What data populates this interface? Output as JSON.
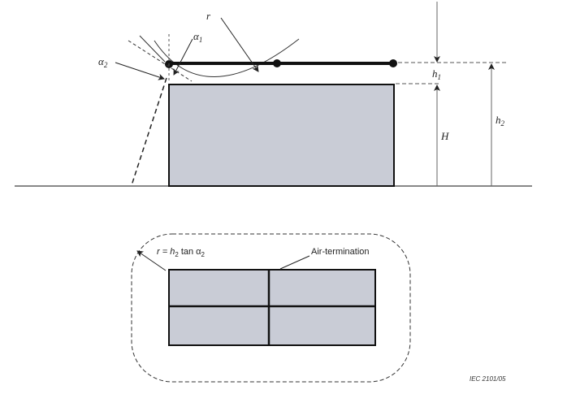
{
  "colors": {
    "building_fill": "#c9ccd6",
    "line": "#111111",
    "dim": "#666666"
  },
  "elevation": {
    "label_r": "r",
    "label_alpha1": "α",
    "label_alpha1_sub": "1",
    "label_alpha2": "α",
    "label_alpha2_sub": "2",
    "label_h1": "h",
    "label_h1_sub": "1",
    "label_h2": "h",
    "label_h2_sub": "2",
    "label_H": "H"
  },
  "plan": {
    "formula_prefix": "r = h",
    "formula_sub": "2",
    "formula_suffix": " tan α",
    "formula_sub2": "2",
    "air_termination": "Air-termination"
  },
  "figure_ref": "IEC  2101/05"
}
